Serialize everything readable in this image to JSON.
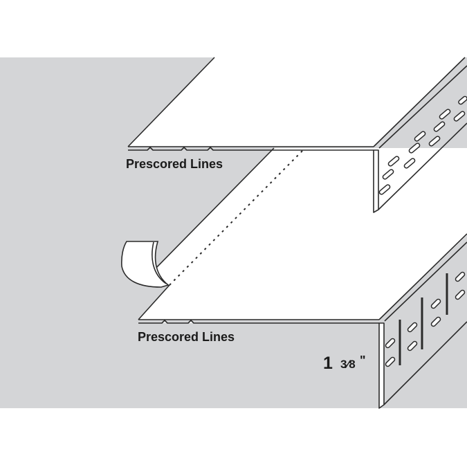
{
  "diagram": {
    "upper_label": "Prescored Lines",
    "lower_label": "Prescored Lines",
    "dimension_whole": "1",
    "dimension_fraction": "3⁄8",
    "dimension_unit": "\""
  },
  "colors": {
    "background": "#d4d5d7",
    "paper": "#ffffff",
    "stroke": "#2a2a2a"
  }
}
